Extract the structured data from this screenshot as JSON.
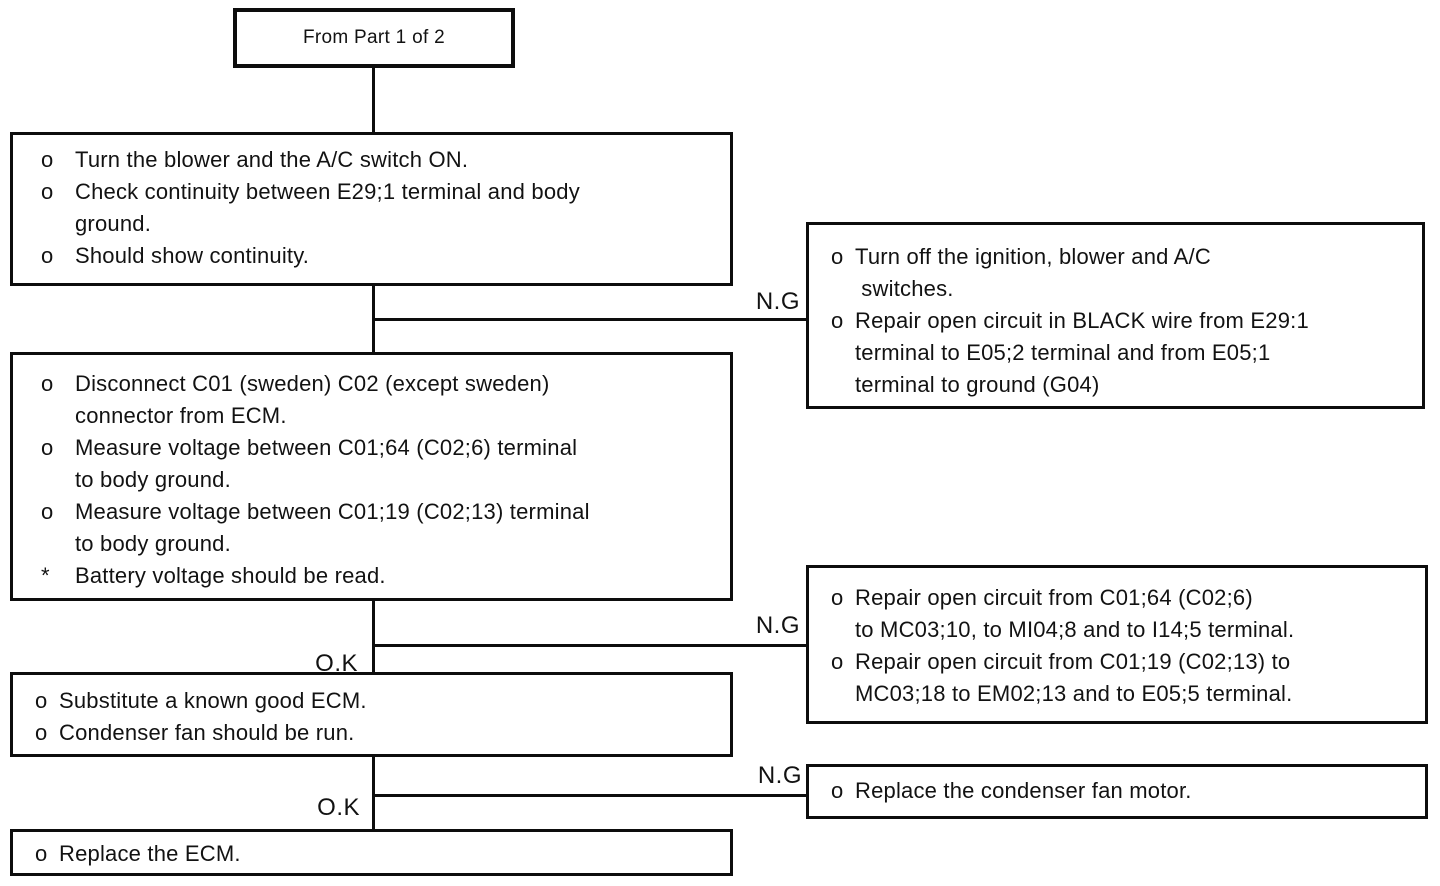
{
  "labels": {
    "ng": "N.G",
    "ok": "O.K"
  },
  "start": {
    "text": "From Part 1 of 2"
  },
  "steps": [
    {
      "items": [
        {
          "bullet": "o",
          "text": "Turn the blower and the A/C switch ON."
        },
        {
          "bullet": "o",
          "text": "Check continuity between E29;1 terminal and body\nground."
        },
        {
          "bullet": "o",
          "text": "Should show continuity."
        }
      ]
    },
    {
      "items": [
        {
          "bullet": "o",
          "text": "Disconnect C01 (sweden) C02 (except sweden)\nconnector from ECM."
        },
        {
          "bullet": "o",
          "text": "Measure voltage between C01;64 (C02;6) terminal\nto body ground."
        },
        {
          "bullet": "o",
          "text": "Measure voltage between C01;19 (C02;13) terminal\nto body ground."
        },
        {
          "bullet": "*",
          "text": "Battery voltage should be read."
        }
      ]
    },
    {
      "items": [
        {
          "bullet": "o",
          "text": "Substitute a known good ECM."
        },
        {
          "bullet": "o",
          "text": "Condenser fan should be run."
        }
      ]
    },
    {
      "items": [
        {
          "bullet": "o",
          "text": "Replace the ECM."
        }
      ]
    }
  ],
  "remedies": [
    {
      "items": [
        {
          "bullet": "o",
          "text": "Turn off the ignition, blower and A/C\n switches."
        },
        {
          "bullet": "o",
          "text": "Repair open circuit in BLACK wire from E29:1\nterminal to E05;2 terminal and from E05;1\nterminal to ground (G04)"
        }
      ]
    },
    {
      "items": [
        {
          "bullet": "o",
          "text": "Repair open circuit from C01;64 (C02;6)\nto MC03;10, to MI04;8 and to I14;5 terminal."
        },
        {
          "bullet": "o",
          "text": "Repair open circuit from C01;19 (C02;13) to\nMC03;18 to EM02;13 and to E05;5 terminal."
        }
      ]
    },
    {
      "items": [
        {
          "bullet": "o",
          "text": "Replace the condenser fan motor."
        }
      ]
    }
  ]
}
